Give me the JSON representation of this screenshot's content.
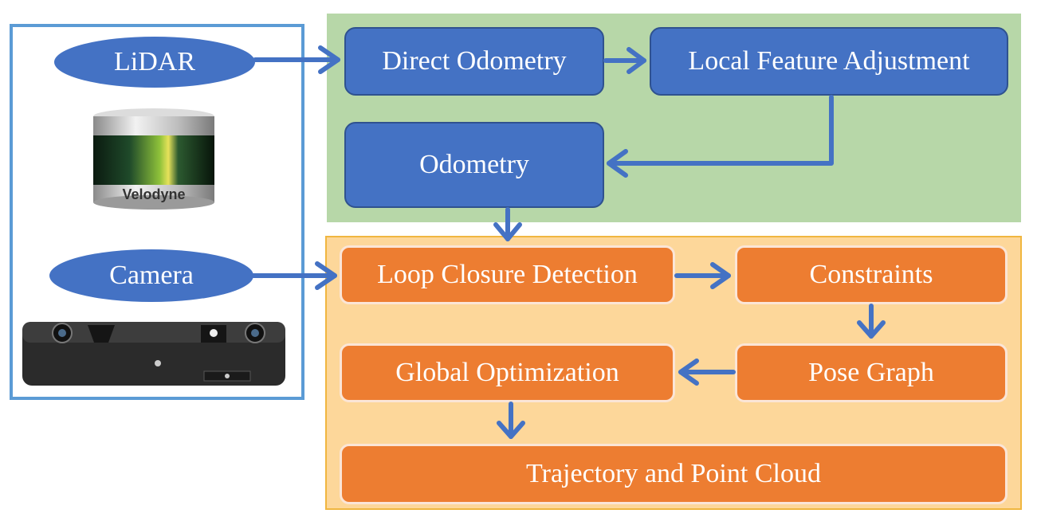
{
  "sensors": {
    "lidar_label": "LiDAR",
    "lidar_device_brand": "Velodyne",
    "camera_label": "Camera"
  },
  "odometry_block": {
    "direct_odometry": "Direct Odometry",
    "local_feature_adjustment": "Local Feature Adjustment",
    "odometry": "Odometry"
  },
  "backend_block": {
    "loop_closure_detection": "Loop Closure Detection",
    "constraints": "Constraints",
    "pose_graph": "Pose Graph",
    "global_optimization": "Global Optimization",
    "trajectory_point_cloud": "Trajectory and Point Cloud"
  },
  "colors": {
    "blue": "#4472c4",
    "orange": "#ed7d31",
    "green_panel": "#b7d7a8",
    "orange_panel": "#fdd79a",
    "sensor_border": "#5b9bd5"
  }
}
